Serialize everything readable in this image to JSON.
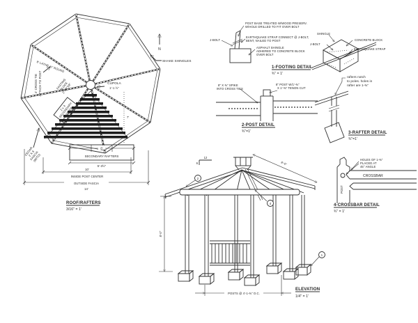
{
  "plan": {
    "north_label": "N",
    "shake_shingles": "SHAKE SHINGLES",
    "cupola_label": "CUPOLA",
    "cupola_dim": "1'-1 ½\"",
    "lathe_note": "8' LATHE ½\" ROUND",
    "cross_tie_line1": "4' CROSS TIE",
    "cross_tie_line2": "ATTACH TO POST",
    "fastening_line1": "FASTING",
    "fastening_line2": "BLOCK",
    "fastening_line3": "2\"X2\"X8\"",
    "diamond_line1": "2 x 4",
    "diamond_line2": "SECONDARY",
    "diamond_line3": "RAFTER",
    "cedar_line1": "CEDAR",
    "cedar_line2": "2 X 6",
    "cedar_line3": "FASCIA",
    "cedar_line4": "(MITD)",
    "dim_rafter_8": "8'",
    "secondary_rafters_label": "SECONDARY RAFTERS",
    "dim_5_3half": "5'-3½\"",
    "dim_7": "7'",
    "dim_10": "10'",
    "inside_post_center": "INSIDE POST CENTER",
    "outside_fascia": "OUTSIDE FASCIA",
    "dim_14": "14'",
    "title": "ROOF/RAFTERS",
    "scale": "3/16\" = 1'"
  },
  "footing_detail": {
    "post_base_note_1": "POST BASE TREATED W/WOOD PRESERV.",
    "post_base_note_2": "W/HOLE DRILLED TO FIT OVER BOLT",
    "j_bolt": "J-BOLT",
    "strap_note_1": "EARTHQUAKE STRAP CONNECT @ J-BOLT,",
    "strap_note_2": "BENT, NAILED TO POST",
    "shingle_note_1": "ASPHALT SHINGLE",
    "shingle_note_2": "ADHERED TO CONCRETE BLOCK",
    "shingle_note_3": "OVER BOLT",
    "title": "1-FOOTING DETAIL",
    "scale": "¾\" = 1'"
  },
  "post_detail": {
    "spike_note_1": "8\" X ⅜\" SPIKE",
    "spike_note_2": "INTO CROSS TIES",
    "tenon_note_1": "8\" POST W/1'-⅜\"",
    "tenon_note_2": "X 1'-⅜\" TENON CUT",
    "title": "2-POST DETAIL",
    "scale": "¾\"=1'"
  },
  "rafter_detail": {
    "shingle": "SHINGLE",
    "j_bolt": "J-BOLT",
    "concrete_block": "CONCRETE BLOCK",
    "earthquake_strap": "EARTHQUAKE STRAP",
    "note_1": "rafters notch",
    "note_2": "to poles. holes in",
    "note_3": "rafter are 1-⅜\"",
    "title": "3-RAFTER DETAIL",
    "scale": "¾\"=1'"
  },
  "crossbar_detail": {
    "holes_note_1": "HOLES OF 1-⅜\"",
    "holes_note_2": "PLACED AT",
    "holes_note_3": "45° ANGLE",
    "crossbar_label": "CROSSBAR",
    "post_label": "POST",
    "title": "4-CROSSBAR DETAIL",
    "scale": "¾\" = 1'"
  },
  "elevation": {
    "pitch_rise": "12",
    "pitch_run": "6",
    "slope_dim": "8'-0\"",
    "height_dim": "8'-0\"",
    "posts_dim": "POSTS @ 4'-1-⅜\" O.C.",
    "callout_1": "1",
    "callout_2": "2",
    "callout_4": "4",
    "title": "ELEVATION",
    "scale": "1/4\" = 1'"
  }
}
